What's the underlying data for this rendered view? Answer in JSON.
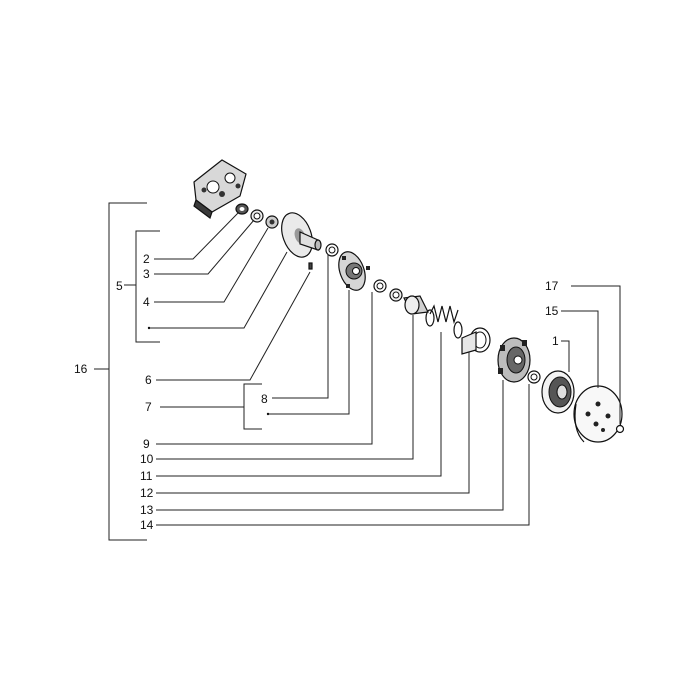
{
  "diagram": {
    "callouts": {
      "c1": "1",
      "c2": "2",
      "c3": "3",
      "c4": "4",
      "c5": "5",
      "c6": "6",
      "c7": "7",
      "c8": "8",
      "c9": "9",
      "c10": "10",
      "c11": "11",
      "c12": "12",
      "c13": "13",
      "c14": "14",
      "c15": "15",
      "c16": "16",
      "c17": "17"
    },
    "colors": {
      "line": "#222222",
      "part_fill": "#e6e6e6",
      "part_dark": "#3a3a3a",
      "background": "#ffffff"
    }
  }
}
